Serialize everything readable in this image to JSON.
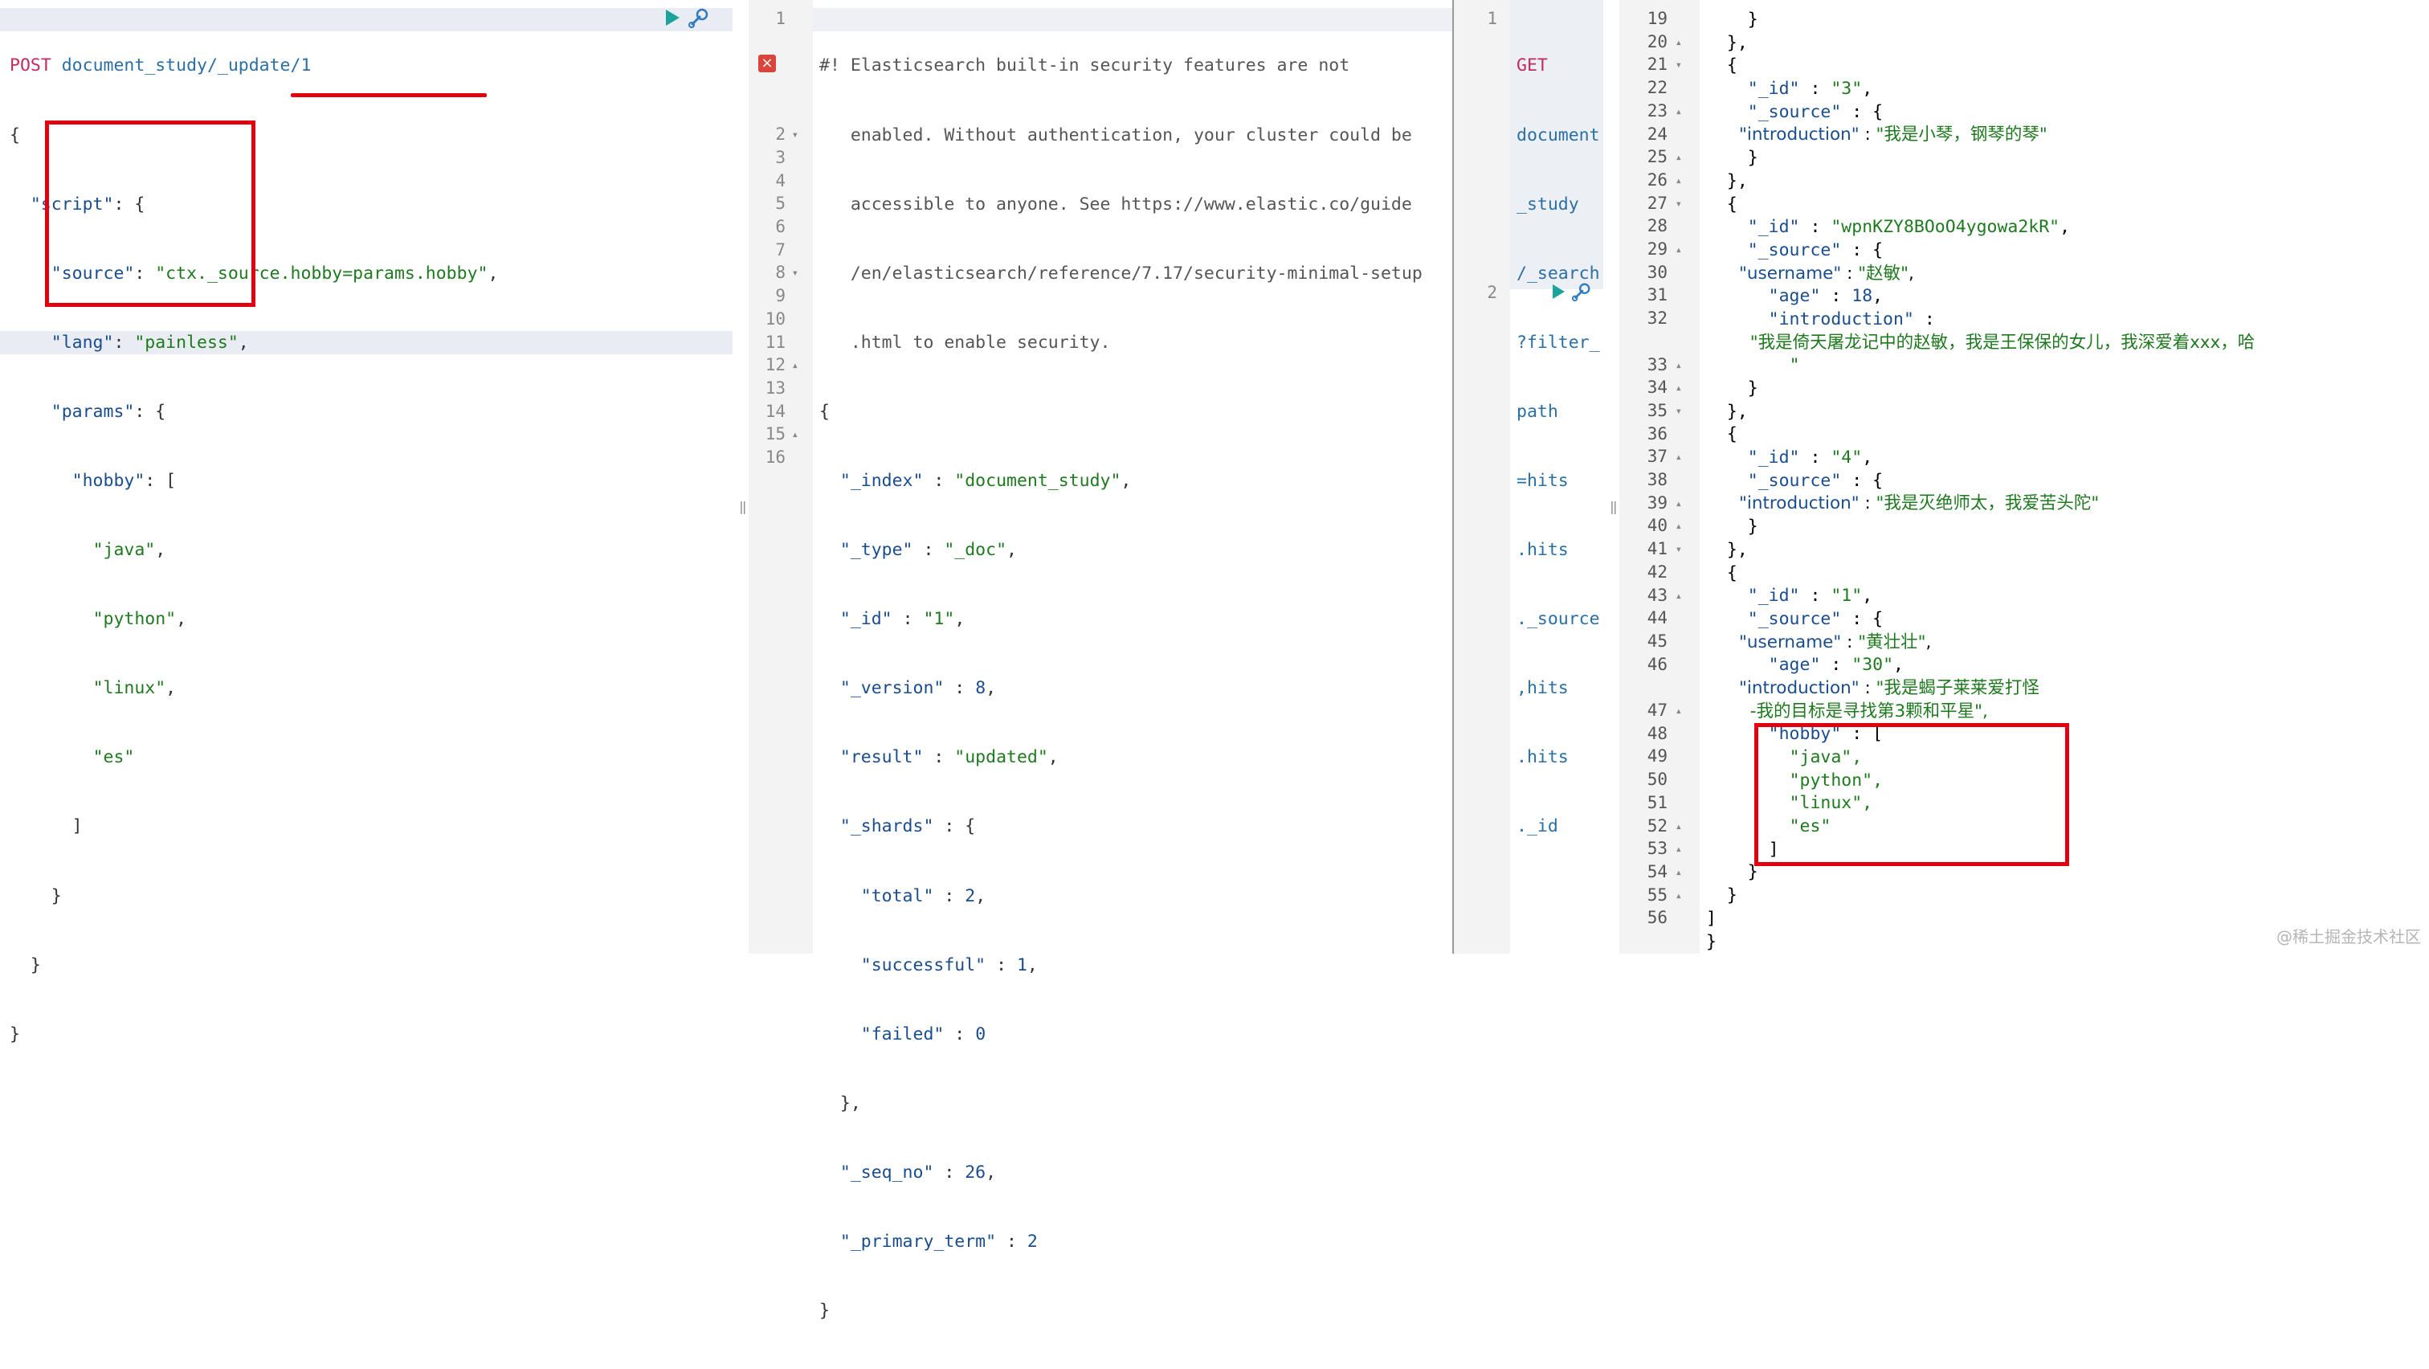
{
  "left": {
    "method": "POST",
    "url": "document_study/_update/1",
    "body": {
      "l2_key": "\"script\"",
      "l3_key": "\"source\"",
      "l3_val_pre": "\"ctx._source.",
      "l3_val_hl": "hobby=params.hobby",
      "l3_val_post": "\"",
      "l4_key": "\"lang\"",
      "l4_val": "\"painless\"",
      "l5_key": "\"params\"",
      "l6_key": "\"hobby\"",
      "hobby": [
        "\"java\"",
        "\"python\"",
        "\"linux\"",
        "\"es\""
      ]
    }
  },
  "middle": {
    "line_numbers": [
      "1",
      "2",
      "3",
      "4",
      "5",
      "6",
      "7",
      "8",
      "9",
      "10",
      "11",
      "12",
      "13",
      "14",
      "15",
      "16"
    ],
    "warning_lines": [
      "#! Elasticsearch built-in security features are not",
      "   enabled. Without authentication, your cluster could be",
      "   accessible to anyone. See https://www.elastic.co/guide",
      "   /en/elasticsearch/reference/7.17/security-minimal-setup",
      "   .html to enable security."
    ],
    "response": {
      "index_key": "\"_index\"",
      "index_val": "\"document_study\"",
      "type_key": "\"_type\"",
      "type_val": "\"_doc\"",
      "id_key": "\"_id\"",
      "id_val": "\"1\"",
      "version_key": "\"_version\"",
      "version_val": "8",
      "result_key": "\"result\"",
      "result_val": "\"updated\"",
      "shards_key": "\"_shards\"",
      "total_key": "\"total\"",
      "total_val": "2",
      "successful_key": "\"successful\"",
      "successful_val": "1",
      "failed_key": "\"failed\"",
      "failed_val": "0",
      "seq_key": "\"_seq_no\"",
      "seq_val": "26",
      "primary_key": "\"_primary_term\"",
      "primary_val": "2"
    }
  },
  "right_request": {
    "line_numbers": [
      "1",
      "2"
    ],
    "method": "GET",
    "url_lines": [
      "document",
      "_study",
      "/_search",
      "?filter_",
      "path",
      "=hits",
      ".hits",
      "._source",
      ",hits",
      ".hits",
      "._id"
    ]
  },
  "right_response": {
    "line_numbers": [
      "19",
      "20",
      "21",
      "22",
      "23",
      "24",
      "25",
      "26",
      "27",
      "28",
      "29",
      "30",
      "31",
      "32",
      "",
      "33",
      "34",
      "35",
      "36",
      "37",
      "38",
      "39",
      "40",
      "41",
      "42",
      "43",
      "44",
      "45",
      "46",
      "",
      "47",
      "48",
      "49",
      "50",
      "51",
      "52",
      "53",
      "54",
      "55",
      "56"
    ],
    "lines": [
      "    }",
      "  },",
      "  {",
      "    \"_id\" : \"3\",",
      "    \"_source\" : {",
      "      \"introduction\" : \"我是小琴，钢琴的琴\"",
      "    }",
      "  },",
      "  {",
      "    \"_id\" : \"wpnKZY8BOoO4ygowa2kR\",",
      "    \"_source\" : {",
      "      \"username\" : \"赵敏\",",
      "      \"age\" : 18,",
      "      \"introduction\" :",
      "        \"我是倚天屠龙记中的赵敏，我是王保保的女儿，我深爱着xxx，哈",
      "        \"",
      "    }",
      "  },",
      "  {",
      "    \"_id\" : \"4\",",
      "    \"_source\" : {",
      "      \"introduction\" : \"我是灭绝师太，我爱苦头陀\"",
      "    }",
      "  },",
      "  {",
      "    \"_id\" : \"1\",",
      "    \"_source\" : {",
      "      \"username\" : \"黄壮壮\",",
      "      \"age\" : \"30\",",
      "      \"introduction\" : \"我是蝎子莱莱爱打怪",
      "        -我的目标是寻找第3颗和平星\",",
      "      \"hobby\" : [",
      "        \"java\",",
      "        \"python\",",
      "        \"linux\",",
      "        \"es\"",
      "      ]",
      "    }",
      "  }",
      "]",
      "}"
    ]
  },
  "watermark": "@稀土掘金技术社区",
  "colors": {
    "highlight": "#e0000f",
    "run": "#1ba39c",
    "error": "#d9443c"
  }
}
